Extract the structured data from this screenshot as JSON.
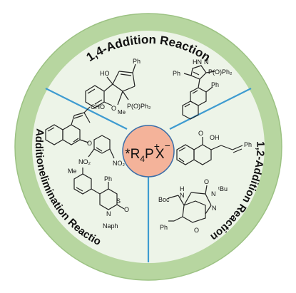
{
  "labels": {
    "addition_1_4": "1,4-Addition Reaction",
    "addition_1_2": "1,2-Addition Reaction",
    "addition_elimination": "Additionelimination Reaction"
  },
  "catalyst": {
    "prefix": "*R",
    "subscript": "4",
    "element": "P",
    "charge_plus": "+",
    "anion": "X",
    "charge_minus": "−"
  },
  "molecules": {
    "m1": {
      "ph": "Ph",
      "ho": "HO",
      "o": "O",
      "me": "Me",
      "po": "P(O)Ph₂"
    },
    "m2": {
      "hn": "HN",
      "n": "N",
      "ph_left": "Ph",
      "po": "P(O)Ph₂",
      "ph_right": "Ph"
    },
    "m3": {
      "cho": "CHO",
      "o": "O",
      "no2_a": "NO₂",
      "no2_b": "NO₂"
    },
    "m4": {
      "me": "Me",
      "ph": "Ph",
      "s": "S",
      "o": "O",
      "n": "N",
      "naph": "Naph"
    },
    "m5": {
      "o": "O",
      "oh": "OH",
      "ph": "Ph"
    },
    "m6": {
      "h": "H",
      "n_amide": "N",
      "boc": "Boc",
      "n": "N",
      "n2": "N",
      "tbu": "ᵗBu",
      "o_top": "O",
      "o_bottom": "O",
      "ph": "Ph"
    }
  },
  "colors": {
    "outer_ring": "#b7d6a0",
    "inner_disc": "#edf4e8",
    "center_circle": "#f4b39a",
    "center_stroke": "#3a6ea8",
    "dividers": "#3e9bd0"
  }
}
